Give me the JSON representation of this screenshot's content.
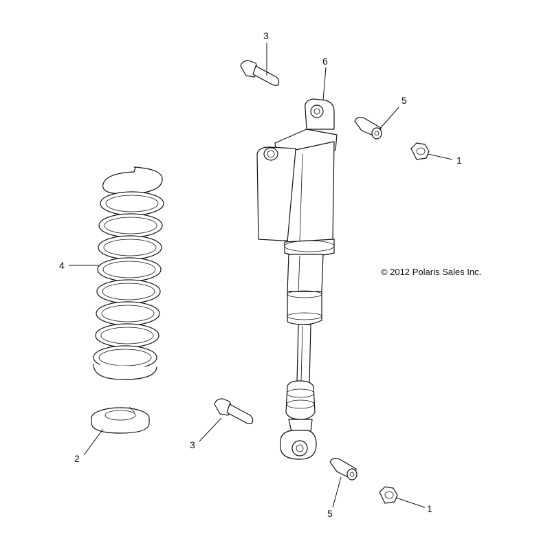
{
  "copyright": "© 2012 Polaris Sales Inc.",
  "callouts": {
    "bolt_top": "3",
    "shock": "6",
    "bushing_top": "5",
    "nut_top": "1",
    "spring": "4",
    "retainer": "2",
    "bolt_bottom": "3",
    "bushing_bottom": "5",
    "nut_bottom": "1"
  }
}
